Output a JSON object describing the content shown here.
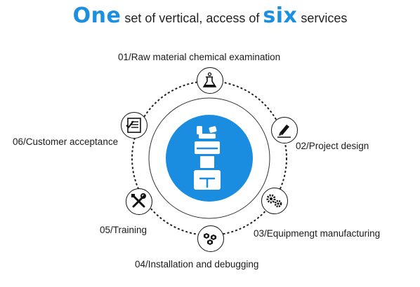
{
  "title": {
    "emphasis_1": "One",
    "text_1": " set of vertical, access of ",
    "emphasis_2": "six",
    "text_2": " services"
  },
  "services": [
    {
      "label": "01/Raw material chemical examination",
      "icon": "flask-icon"
    },
    {
      "label": "02/Project design",
      "icon": "pen-icon"
    },
    {
      "label": "03/Equipmengt manufacturing",
      "icon": "gears-icon"
    },
    {
      "label": "04/Installation and debugging",
      "icon": "nuts-icon"
    },
    {
      "label": "05/Training",
      "icon": "tools-icon"
    },
    {
      "label": "06/Customer acceptance",
      "icon": "checklist-icon"
    }
  ],
  "center_icon": "machine-icon",
  "colors": {
    "accent": "#1b8fe0",
    "hub": "#1a8de0",
    "ring": "#222222"
  }
}
